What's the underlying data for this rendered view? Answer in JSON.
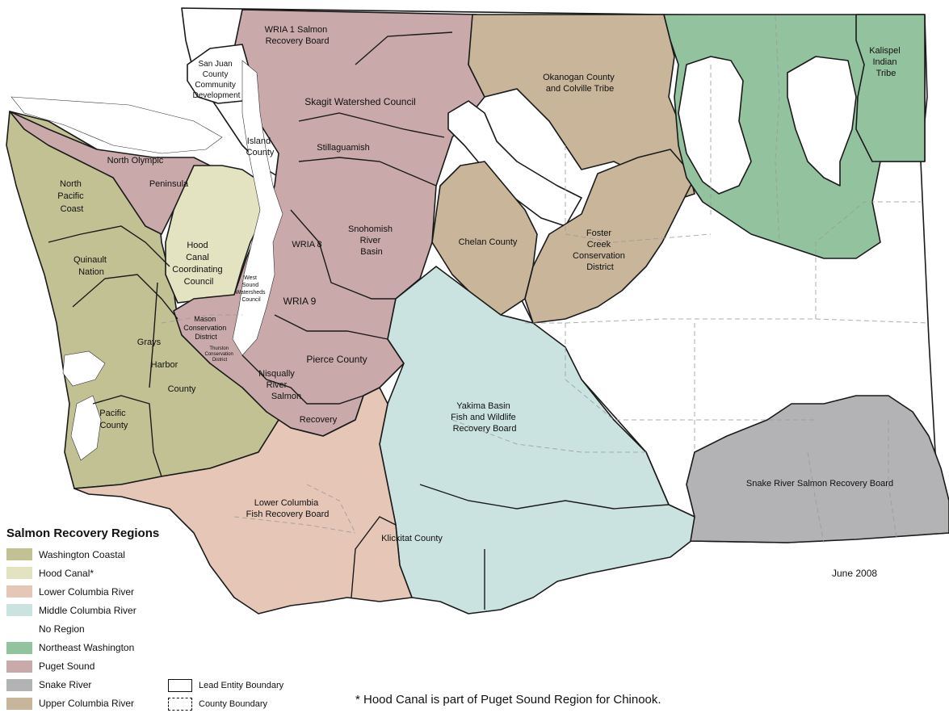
{
  "legend": {
    "title": "Salmon Recovery Regions",
    "items": [
      {
        "label": "Washington Coastal",
        "color": "#c2c193"
      },
      {
        "label": "Hood Canal*",
        "color": "#e3e3c2"
      },
      {
        "label": "Lower Columbia River",
        "color": "#e6c6b6"
      },
      {
        "label": "Middle Columbia River",
        "color": "#cbe3e0"
      },
      {
        "label": "No Region",
        "color": "#ffffff"
      },
      {
        "label": "Northeast Washington",
        "color": "#93c29e"
      },
      {
        "label": "Puget Sound",
        "color": "#c9a9a9"
      },
      {
        "label": "Snake River",
        "color": "#b3b2b5"
      },
      {
        "label": "Upper Columbia River",
        "color": "#c8b59a"
      }
    ]
  },
  "boundaries": {
    "lead_entity": "Lead Entity Boundary",
    "county": "County Boundary"
  },
  "footnote": "* Hood Canal is part of Puget Sound Region for Chinook.",
  "date": "June 2008",
  "labels": {
    "wria1": [
      "WRIA 1 Salmon",
      "Recovery Board"
    ],
    "sanjuan": [
      "San Juan",
      "County",
      "Community",
      "Development"
    ],
    "skagit": [
      "Skagit Watershed Council"
    ],
    "okanogan": [
      "Okanogan County",
      "and Colville Tribe"
    ],
    "kalispel": [
      "Kalispel",
      "Indian",
      "Tribe"
    ],
    "island": [
      "Island",
      "County"
    ],
    "stillaguamish": [
      "Stillaguamish"
    ],
    "north_olympic": [
      "North Olympic",
      "Peninsula"
    ],
    "north_pacific": [
      "North",
      "Pacific",
      "Coast"
    ],
    "hood_canal": [
      "Hood",
      "Canal",
      "Coordinating",
      "Council"
    ],
    "snohomish": [
      "Snohomish",
      "River",
      "Basin"
    ],
    "wria8": [
      "WRIA 8"
    ],
    "chelan": [
      "Chelan County"
    ],
    "foster": [
      "Foster",
      "Creek",
      "Conservation",
      "District"
    ],
    "quinault": [
      "Quinault",
      "Nation"
    ],
    "west_sound": [
      "West",
      "Sound",
      "Watersheds",
      "Council"
    ],
    "wria9": [
      "WRIA 9"
    ],
    "mason": [
      "Mason",
      "Conservation",
      "District"
    ],
    "thurston": [
      "Thurston",
      "Conservation",
      "District"
    ],
    "grays": [
      "Grays",
      "Harbor",
      "County"
    ],
    "pierce": [
      "Pierce County"
    ],
    "nisqually": [
      "Nisqually",
      "River",
      "Salmon",
      "Recovery"
    ],
    "yakima": [
      "Yakima Basin",
      "Fish and Wildlife",
      "Recovery Board"
    ],
    "pacific": [
      "Pacific",
      "County"
    ],
    "snake": [
      "Snake River Salmon Recovery Board"
    ],
    "lower_columbia": [
      "Lower Columbia",
      "Fish Recovery Board"
    ],
    "klickitat": [
      "Klickitat County"
    ]
  }
}
